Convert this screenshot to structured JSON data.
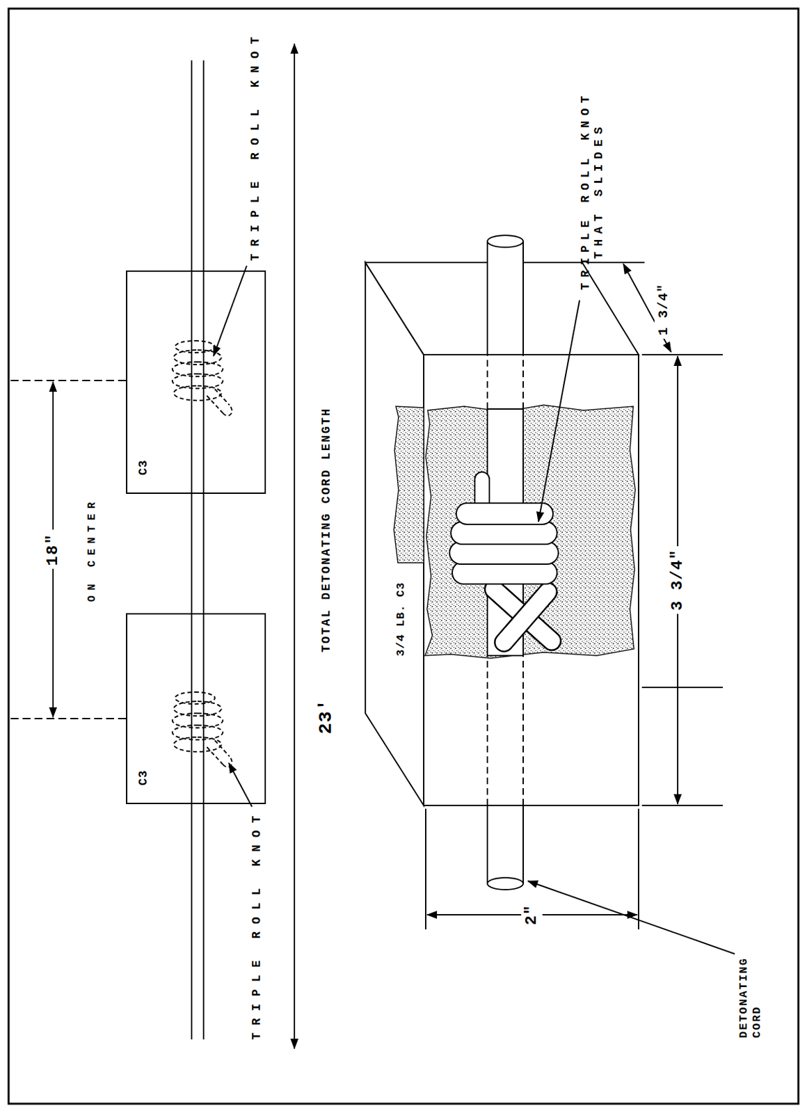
{
  "diagram": {
    "nodes": [
      {
        "text": [
          "C3"
        ]
      },
      {
        "text": [
          "C3"
        ]
      },
      {
        "text": [
          "3/4 LB. C3"
        ]
      }
    ],
    "edges": [
      {
        "from": 0,
        "to": 1,
        "arrow": "none"
      }
    ],
    "labels": [
      "18\"",
      "ON CENTER",
      "23'",
      "TOTAL DETONATING CORD LENGTH",
      "TRIPLE ROLL KNOT",
      "TRIPLE ROLL KNOT",
      "TRIPLE ROLL KNOT THAT SLIDES",
      "2\"",
      "3 3/4\"",
      "1 3/4\"",
      "DETONATING CORD"
    ]
  }
}
